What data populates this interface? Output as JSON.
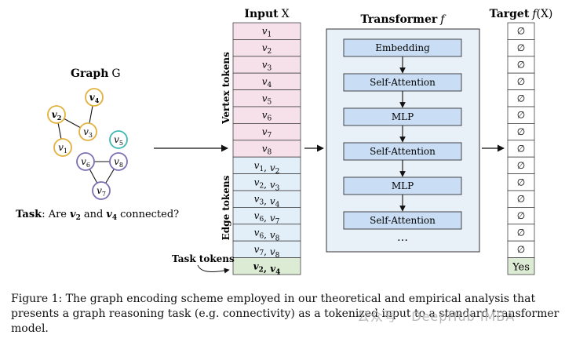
{
  "graph": {
    "title_bold": "Graph",
    "title_sym": "G",
    "nodes": [
      {
        "id": "v2",
        "sub": "2",
        "bold": true,
        "color": "#e0b13b"
      },
      {
        "id": "v4",
        "sub": "4",
        "bold": true,
        "color": "#e0b13b"
      },
      {
        "id": "v3",
        "sub": "3",
        "bold": false,
        "color": "#e0b13b"
      },
      {
        "id": "v1",
        "sub": "1",
        "bold": false,
        "color": "#e0b13b"
      },
      {
        "id": "v5",
        "sub": "5",
        "bold": false,
        "color": "#3fb8b0"
      },
      {
        "id": "v6",
        "sub": "6",
        "bold": false,
        "color": "#7b6fb3"
      },
      {
        "id": "v8",
        "sub": "8",
        "bold": false,
        "color": "#7b6fb3"
      },
      {
        "id": "v7",
        "sub": "7",
        "bold": false,
        "color": "#7b6fb3"
      }
    ],
    "edges": [
      [
        "v2",
        "v1"
      ],
      [
        "v2",
        "v3"
      ],
      [
        "v3",
        "v4"
      ],
      [
        "v6",
        "v8"
      ],
      [
        "v6",
        "v7"
      ],
      [
        "v8",
        "v7"
      ]
    ],
    "task_label": "Task",
    "task_text": ": Are",
    "task_and": "and",
    "task_end": "connected?",
    "task_a": "v",
    "task_a_sub": "2",
    "task_b": "v",
    "task_b_sub": "4"
  },
  "input": {
    "title": "Input",
    "title_sym": "X",
    "vertex_label": "Vertex tokens",
    "edge_label": "Edge tokens",
    "task_label": "Task tokens",
    "vertex_tokens": [
      [
        [
          "v",
          "1"
        ]
      ],
      [
        [
          "v",
          "2"
        ]
      ],
      [
        [
          "v",
          "3"
        ]
      ],
      [
        [
          "v",
          "4"
        ]
      ],
      [
        [
          "v",
          "5"
        ]
      ],
      [
        [
          "v",
          "6"
        ]
      ],
      [
        [
          "v",
          "7"
        ]
      ],
      [
        [
          "v",
          "8"
        ]
      ]
    ],
    "edge_tokens": [
      [
        [
          "v",
          "1"
        ],
        [
          "v",
          "2"
        ]
      ],
      [
        [
          "v",
          "2"
        ],
        [
          "v",
          "3"
        ]
      ],
      [
        [
          "v",
          "3"
        ],
        [
          "v",
          "4"
        ]
      ],
      [
        [
          "v",
          "6"
        ],
        [
          "v",
          "7"
        ]
      ],
      [
        [
          "v",
          "6"
        ],
        [
          "v",
          "8"
        ]
      ],
      [
        [
          "v",
          "7"
        ],
        [
          "v",
          "8"
        ]
      ]
    ],
    "task_tokens": [
      [
        "v",
        "2"
      ],
      [
        "v",
        "4"
      ]
    ],
    "colors": {
      "vertex": "#f6e1ea",
      "edge": "#e2eef8",
      "task": "#dcebd3"
    }
  },
  "transformer": {
    "title": "Transformer",
    "title_sym": "f",
    "layers": [
      "Embedding",
      "Self-Attention",
      "MLP",
      "Self-Attention",
      "MLP",
      "Self-Attention"
    ],
    "ellipsis": "…",
    "colors": {
      "panel": "#e8f0f8",
      "block": "#c9def4"
    }
  },
  "target": {
    "title": "Target",
    "title_sym": "f",
    "title_arg": "(X)",
    "empty_symbol": "∅",
    "empty_count": 14,
    "answer": "Yes",
    "colors": {
      "answer": "#dcebd3"
    }
  },
  "caption": "Figure 1: The graph encoding scheme employed in our theoretical and empirical analysis that presents a graph reasoning task (e.g. connectivity) as a tokenized input to a standard transformer model.",
  "watermark": "公众号 · DeepHub IMBA"
}
